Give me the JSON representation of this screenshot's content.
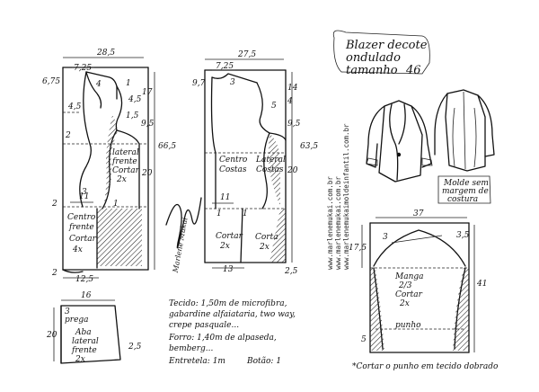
{
  "title": {
    "line1": "Blazer decote",
    "line2": "ondulado",
    "line3": "tamanho",
    "size": "46"
  },
  "website": {
    "line1": "www.marlenemukai.com.br",
    "line2": "www.marlenemukai.com.br",
    "line3": "www.marlenemukaimoldeinfantil.com.br"
  },
  "signature": "Marlene Mukai",
  "front_piece": {
    "label_lateral": [
      "lateral",
      "frente",
      "Cortar",
      "2x"
    ],
    "label_center": [
      "Centro",
      "frente",
      "Cortar",
      "4x"
    ],
    "measures": {
      "width_top": "28,5",
      "shoulder": "7,25",
      "neck_drop": "6,75",
      "neck_side": "4",
      "armhole_side": "1",
      "dart_side": "4,5",
      "bust_line": "1,5",
      "chest": "4,5",
      "mark_2": "2",
      "mark_17": "17",
      "mark_95": "9,5",
      "mark_665": "66,5",
      "mark_20": "20",
      "mark_11": "11",
      "mark_3": "3",
      "mark_2b": "2",
      "mark_1": "1",
      "mark_125": "12,5",
      "mark_0": "2"
    }
  },
  "back_piece": {
    "label_center": [
      "Centro",
      "Costas"
    ],
    "label_lateral": [
      "Lateral",
      "Costas"
    ],
    "label_cut_center": [
      "Cortar",
      "2x"
    ],
    "label_cut_lateral": [
      "Corta",
      "2x"
    ],
    "measures": {
      "width_top": "27,5",
      "shoulder": "7,25",
      "neck_drop": "9,7",
      "neck_side": "3",
      "mark_14": "14",
      "mark_4": "4",
      "mark_5": "5",
      "mark_95": "9,5",
      "mark_635": "63,5",
      "mark_20": "20",
      "mark_11": "11",
      "mark_1a": "1",
      "mark_1b": "1",
      "mark_13": "13",
      "mark_25": "2,5"
    }
  },
  "sleeve_piece": {
    "label": [
      "Manga",
      "2/3",
      "Cortar",
      "2x"
    ],
    "cuff_label": "punho",
    "measures": {
      "width": "37",
      "cap": "17,5",
      "left_3": "3",
      "right_35": "3,5",
      "length": "41",
      "cuff": "5"
    }
  },
  "mold_note": [
    "Molde sem",
    "margem de",
    "costura"
  ],
  "pocket_flap": {
    "label": [
      "Aba",
      "lateral",
      "frente",
      "2x"
    ],
    "width": "16",
    "height": "20",
    "mark": "2,5",
    "mark_top": "3",
    "prega": "prega"
  },
  "materials": {
    "line1": "Tecido: 1,50m de microfibra,",
    "line2": "gabardine alfaiataria, two way,",
    "line3": "crepe pasquale...",
    "line4": "Forro: 1,40m de alpaseda,",
    "line5": "bemberg...",
    "line6": "Entretela: 1m",
    "line6b": "Botão: 1"
  },
  "cuff_note": "*Cortar o punho em tecido dobrado"
}
